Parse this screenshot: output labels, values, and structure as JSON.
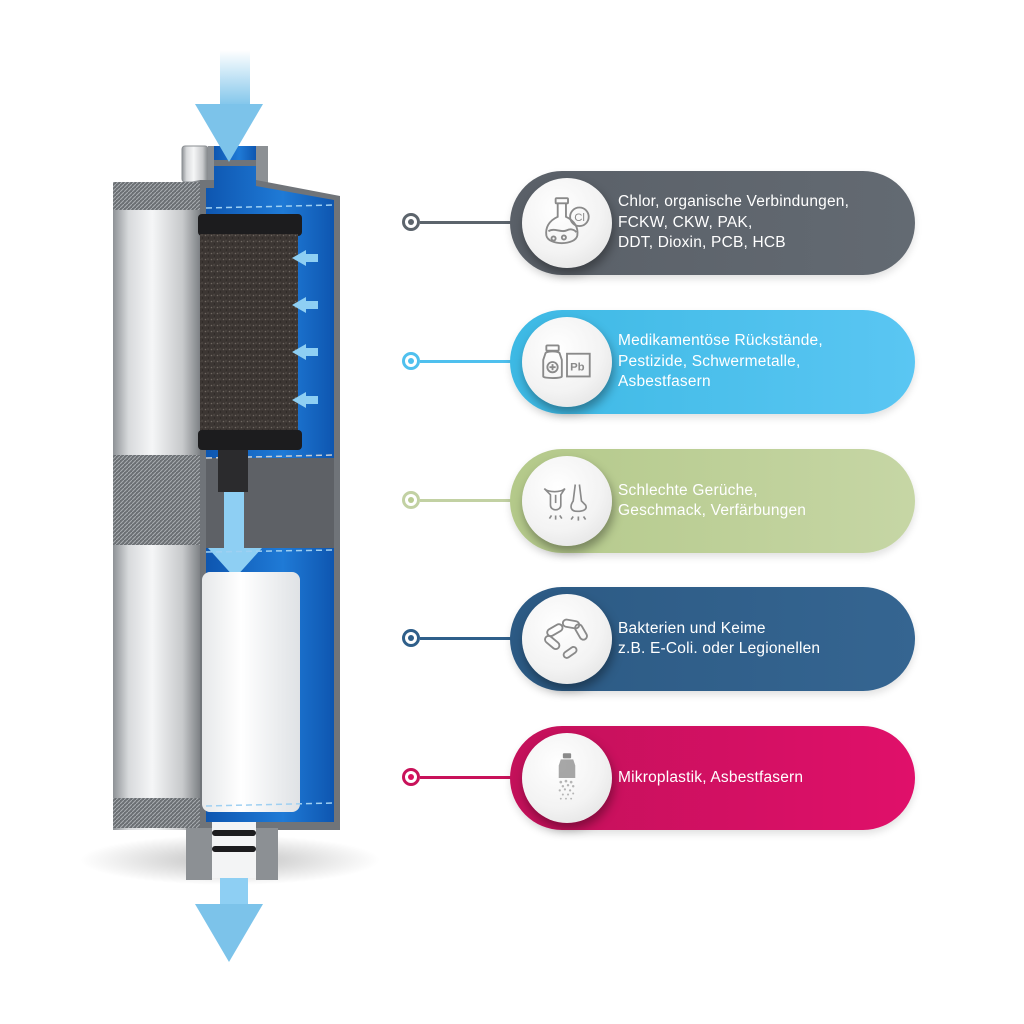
{
  "diagram": {
    "subject": "water-filter-cartridge-cross-section",
    "flow": {
      "inlet": "top",
      "outlet": "bottom",
      "arrow_color": "#7cc3ea",
      "water_color": "#1769c4"
    }
  },
  "items": [
    {
      "icon": "flask-chlorine-icon",
      "color": "#5c646c",
      "lines": [
        "Chlor, organische Verbindungen,",
        "FCKW, CKW, PAK,",
        "DDT, Dioxin, PCB, HCB"
      ]
    },
    {
      "icon": "medicine-lead-icon",
      "color": "#4fc0ee",
      "lines": [
        "Medikamentöse Rückstände,",
        "Pestizide, Schwermetalle,",
        "Asbestfasern"
      ]
    },
    {
      "icon": "tongue-nose-icon",
      "color": "#b9cc92",
      "lines": [
        "Schlechte Gerüche,",
        "Geschmack, Verfärbungen"
      ]
    },
    {
      "icon": "bacteria-icon",
      "color": "#2f5f8a",
      "lines": [
        "Bakterien und Keime",
        "z.B. E-Coli. oder Legionellen"
      ]
    },
    {
      "icon": "microplastic-bottle-icon",
      "color": "#d8135f",
      "lines": [
        "Mikroplastik, Asbestfasern"
      ]
    }
  ]
}
